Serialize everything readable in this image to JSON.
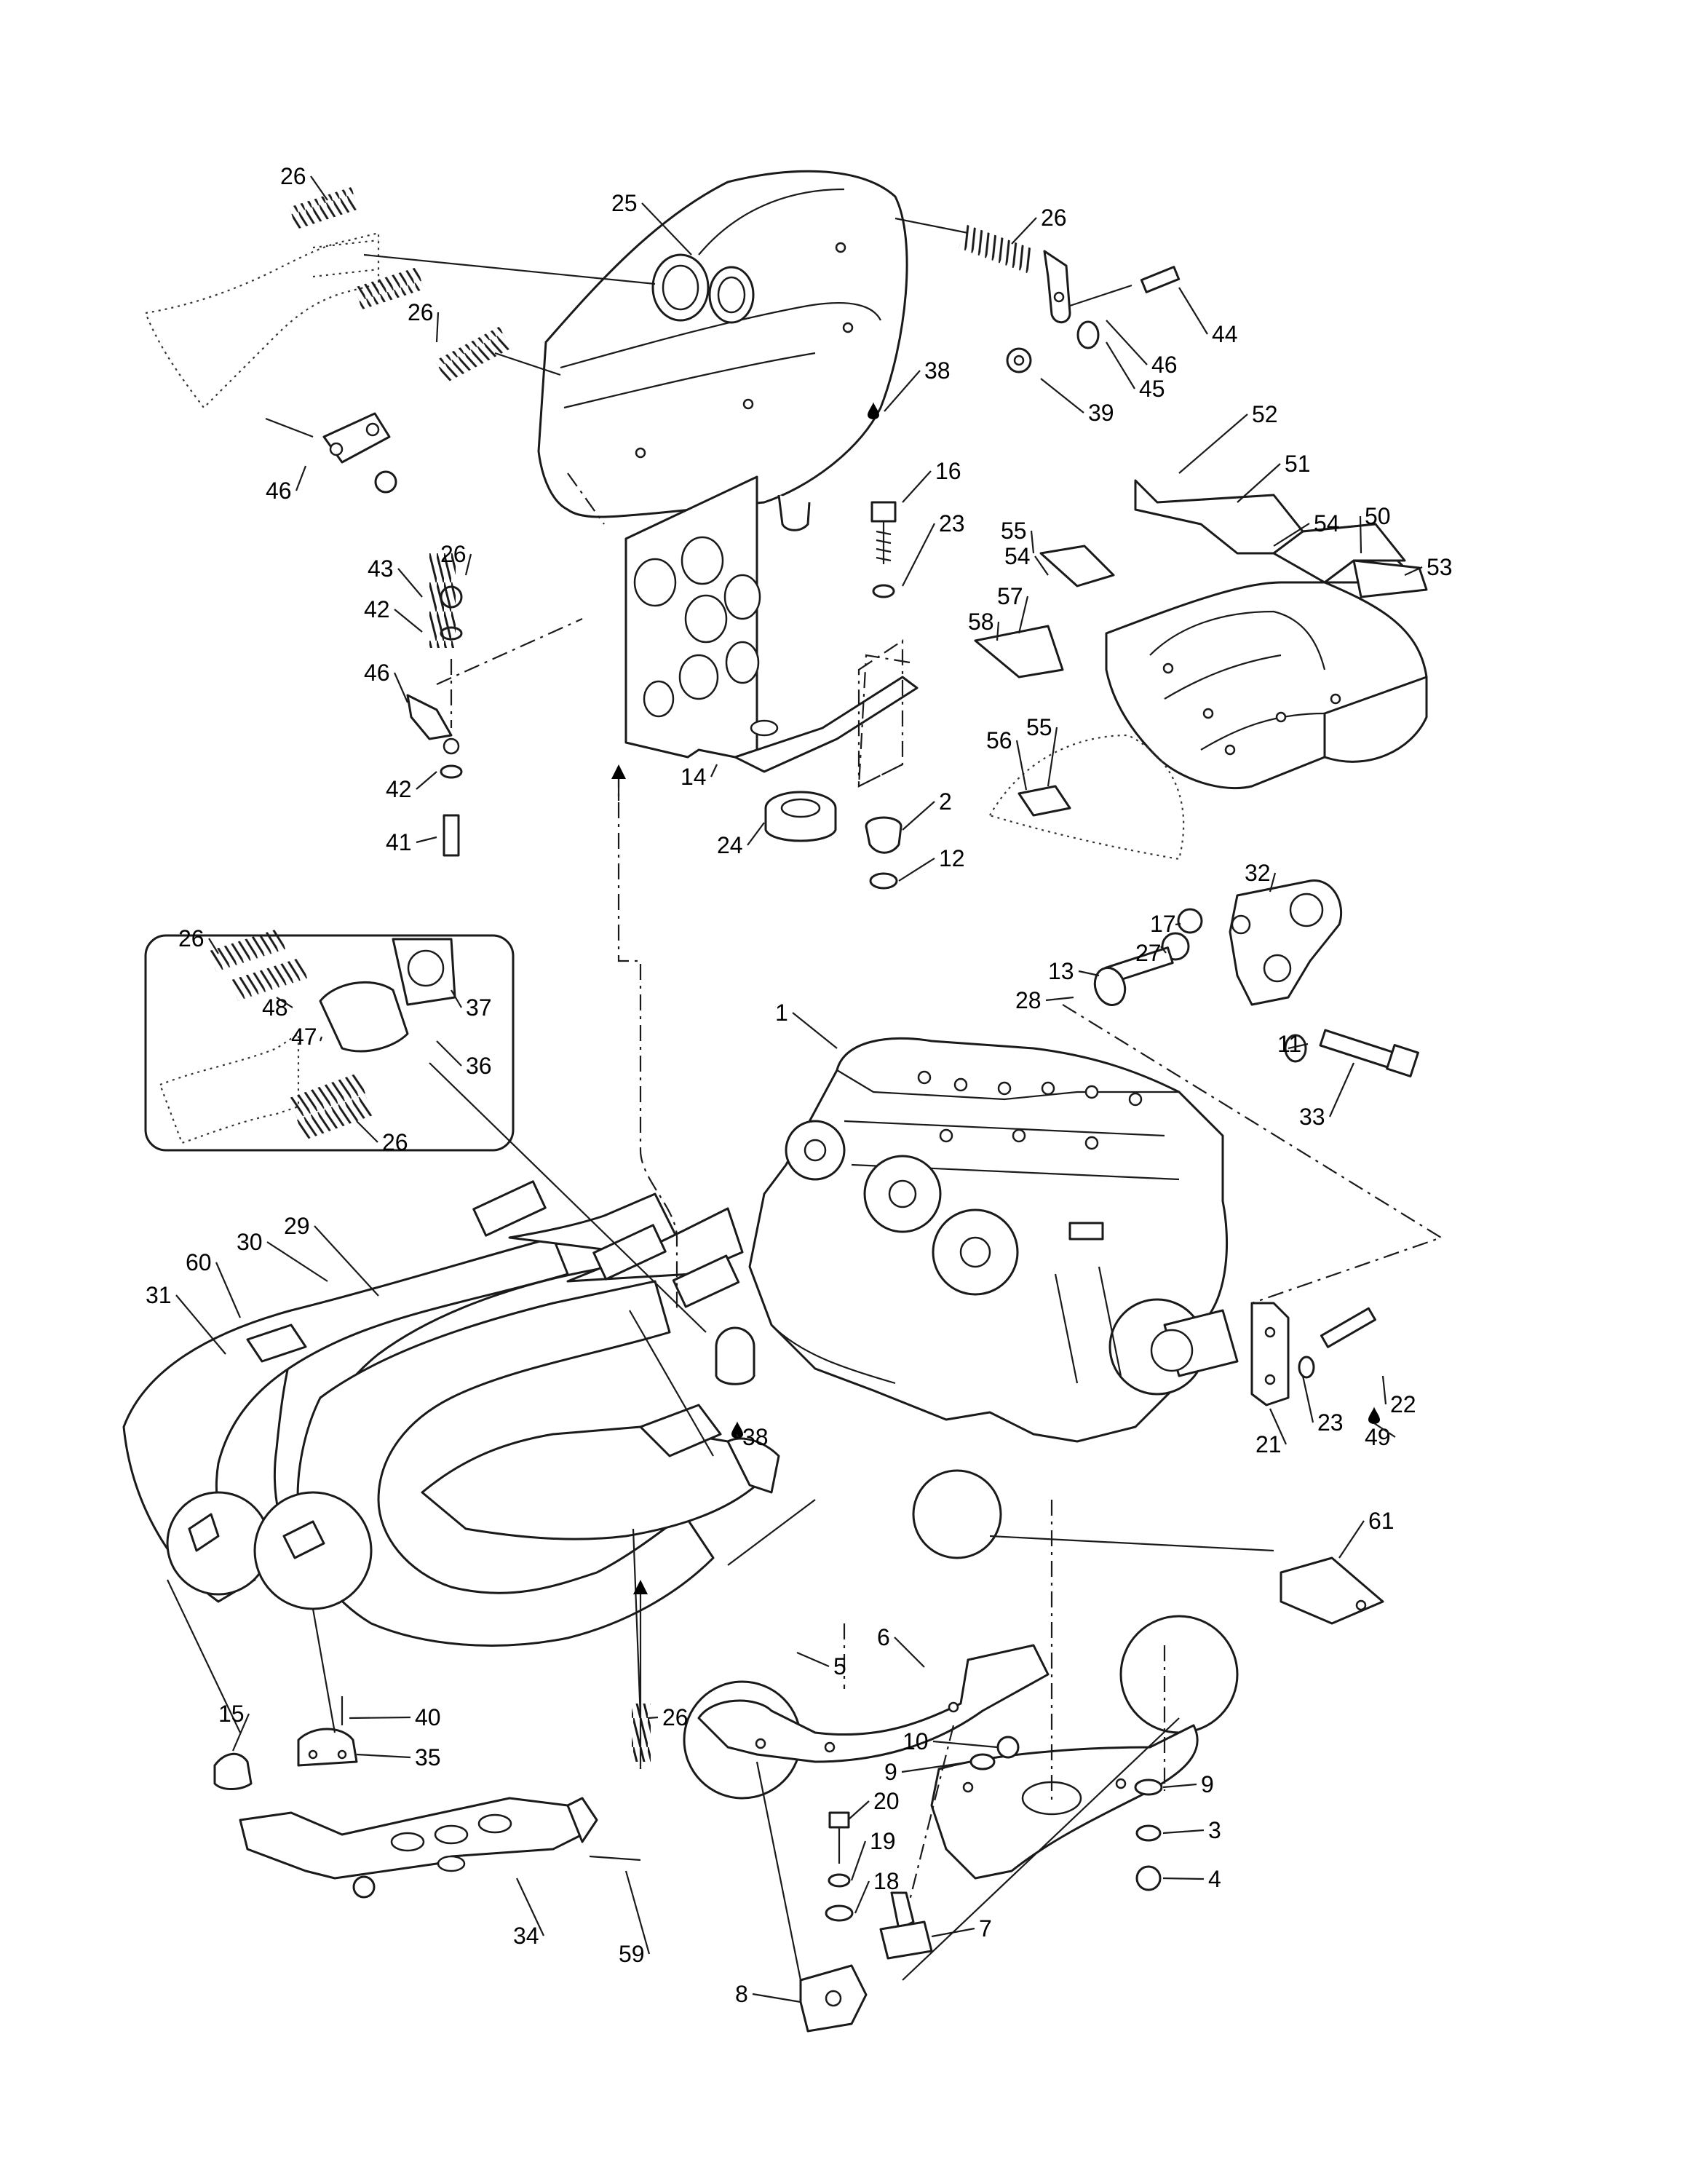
{
  "diagram": {
    "callouts": [
      {
        "id": "c26a",
        "text": "26"
      },
      {
        "id": "c25",
        "text": "25"
      },
      {
        "id": "c26b",
        "text": "26"
      },
      {
        "id": "c44",
        "text": "44"
      },
      {
        "id": "c26c",
        "text": "26"
      },
      {
        "id": "c46a",
        "text": "46"
      },
      {
        "id": "c38a",
        "text": "38"
      },
      {
        "id": "c45",
        "text": "45"
      },
      {
        "id": "c39",
        "text": "39"
      },
      {
        "id": "c46b",
        "text": "46"
      },
      {
        "id": "c52",
        "text": "52"
      },
      {
        "id": "c51",
        "text": "51"
      },
      {
        "id": "c54a",
        "text": "54"
      },
      {
        "id": "c50",
        "text": "50"
      },
      {
        "id": "c53",
        "text": "53"
      },
      {
        "id": "c16",
        "text": "16"
      },
      {
        "id": "c23a",
        "text": "23"
      },
      {
        "id": "c55a",
        "text": "55"
      },
      {
        "id": "c54b",
        "text": "54"
      },
      {
        "id": "c57",
        "text": "57"
      },
      {
        "id": "c58",
        "text": "58"
      },
      {
        "id": "c43",
        "text": "43"
      },
      {
        "id": "c26d",
        "text": "26"
      },
      {
        "id": "c42a",
        "text": "42"
      },
      {
        "id": "c46c",
        "text": "46"
      },
      {
        "id": "c14",
        "text": "14"
      },
      {
        "id": "c42b",
        "text": "42"
      },
      {
        "id": "c41",
        "text": "41"
      },
      {
        "id": "c24",
        "text": "24"
      },
      {
        "id": "c2",
        "text": "2"
      },
      {
        "id": "c12",
        "text": "12"
      },
      {
        "id": "c56",
        "text": "56"
      },
      {
        "id": "c55b",
        "text": "55"
      },
      {
        "id": "c32",
        "text": "32"
      },
      {
        "id": "c17",
        "text": "17"
      },
      {
        "id": "c27",
        "text": "27"
      },
      {
        "id": "c13",
        "text": "13"
      },
      {
        "id": "c28",
        "text": "28"
      },
      {
        "id": "c11",
        "text": "11"
      },
      {
        "id": "c33",
        "text": "33"
      },
      {
        "id": "c26e",
        "text": "26"
      },
      {
        "id": "c48",
        "text": "48"
      },
      {
        "id": "c37",
        "text": "37"
      },
      {
        "id": "c47",
        "text": "47"
      },
      {
        "id": "c36",
        "text": "36"
      },
      {
        "id": "c26f",
        "text": "26"
      },
      {
        "id": "c1",
        "text": "1"
      },
      {
        "id": "c29",
        "text": "29"
      },
      {
        "id": "c30",
        "text": "30"
      },
      {
        "id": "c60",
        "text": "60"
      },
      {
        "id": "c31",
        "text": "31"
      },
      {
        "id": "c38b",
        "text": "38"
      },
      {
        "id": "c22",
        "text": "22"
      },
      {
        "id": "c23b",
        "text": "23"
      },
      {
        "id": "c49",
        "text": "49"
      },
      {
        "id": "c21",
        "text": "21"
      },
      {
        "id": "c61",
        "text": "61"
      },
      {
        "id": "c5",
        "text": "5"
      },
      {
        "id": "c6",
        "text": "6"
      },
      {
        "id": "c26g",
        "text": "26"
      },
      {
        "id": "c40",
        "text": "40"
      },
      {
        "id": "c15",
        "text": "15"
      },
      {
        "id": "c35",
        "text": "35"
      },
      {
        "id": "c10",
        "text": "10"
      },
      {
        "id": "c9a",
        "text": "9"
      },
      {
        "id": "c9b",
        "text": "9"
      },
      {
        "id": "c3",
        "text": "3"
      },
      {
        "id": "c20",
        "text": "20"
      },
      {
        "id": "c19",
        "text": "19"
      },
      {
        "id": "c4",
        "text": "4"
      },
      {
        "id": "c18",
        "text": "18"
      },
      {
        "id": "c7",
        "text": "7"
      },
      {
        "id": "c34",
        "text": "34"
      },
      {
        "id": "c59",
        "text": "59"
      },
      {
        "id": "c8",
        "text": "8"
      }
    ]
  }
}
